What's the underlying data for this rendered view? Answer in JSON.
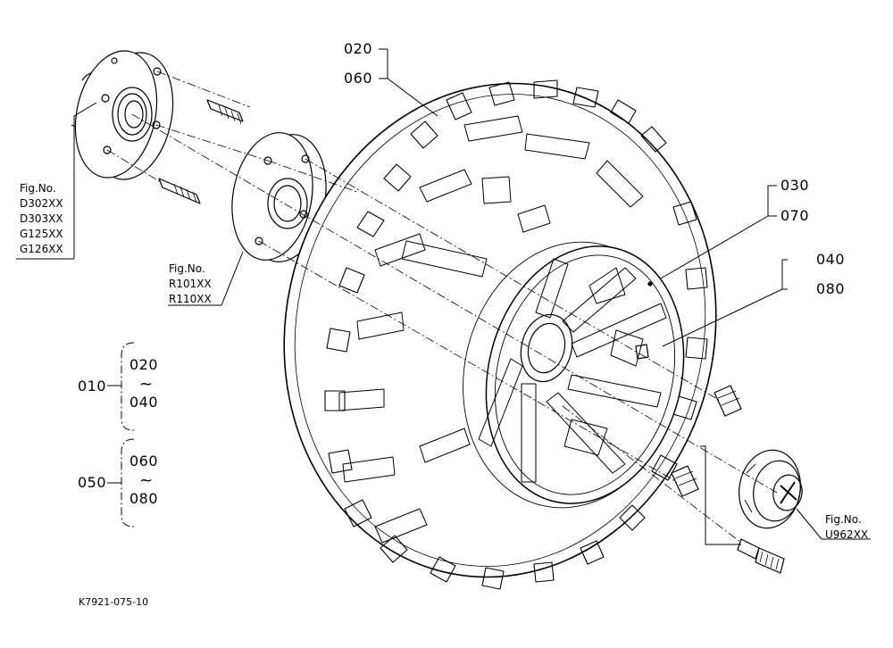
{
  "callouts": {
    "p020": "020",
    "p060": "060",
    "p030": "030",
    "p070": "070",
    "p040": "040",
    "p080": "080"
  },
  "fig_refs": {
    "hub": [
      "Fig.No.",
      "D302XX",
      "D303XX",
      "G125XX",
      "G126XX"
    ],
    "spacer": [
      "Fig.No.",
      "R101XX",
      "R110XX"
    ],
    "nut": [
      "Fig.No.",
      "U962XX"
    ]
  },
  "groups": [
    {
      "id": "010",
      "from": "020",
      "tilde": "~",
      "to": "040"
    },
    {
      "id": "050",
      "from": "060",
      "tilde": "~",
      "to": "080"
    }
  ],
  "footer": {
    "code": "K7921-075-10"
  }
}
